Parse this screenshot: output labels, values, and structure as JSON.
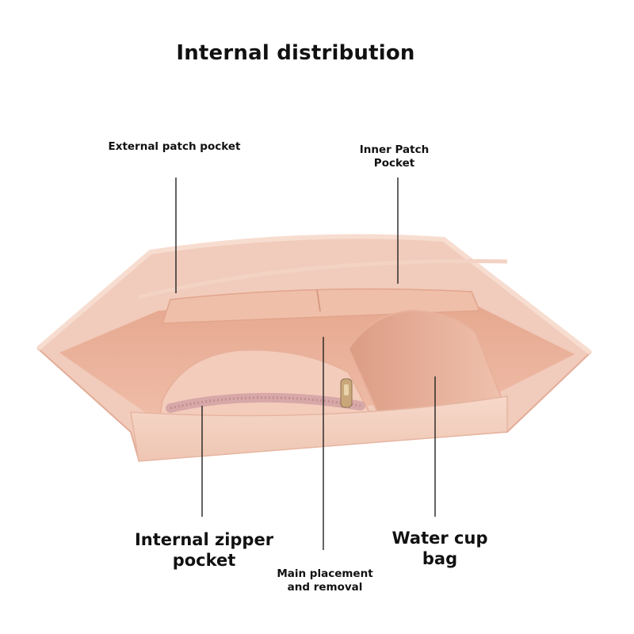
{
  "title": "Internal distribution",
  "labels": {
    "external_patch_pocket": "External patch pocket",
    "inner_patch_pocket": "Inner Patch Pocket",
    "internal_zipper_pocket": "Internal zipper pocket",
    "water_cup_bag": "Water cup bag",
    "main_placement": "Main placement and removal"
  },
  "colors": {
    "felt_outer": "#f3cfc0",
    "felt_inner": "#eab29b",
    "felt_shadow": "#d99880",
    "felt_edge": "#f7dccf",
    "zipper": "#d8a8a8",
    "zipper_pull": "#c8a878",
    "leader_line": "#222222"
  }
}
